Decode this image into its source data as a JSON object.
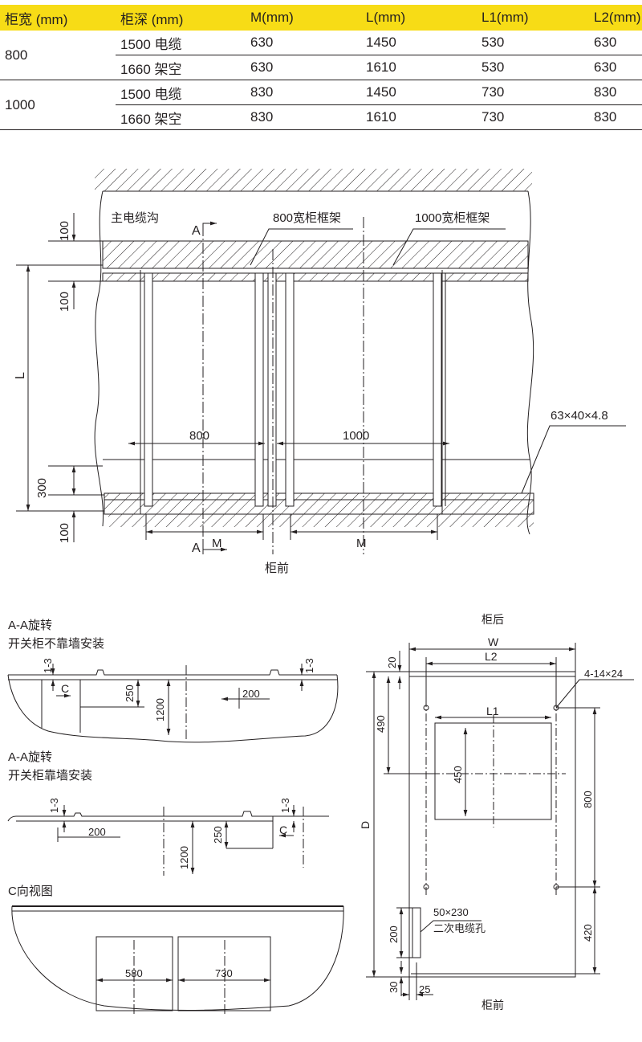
{
  "table": {
    "headers": [
      "柜宽 (mm)",
      "柜深 (mm)",
      "M(mm)",
      "L(mm)",
      "L1(mm)",
      "L2(mm)"
    ],
    "groups": [
      {
        "width": "800",
        "rows": [
          {
            "depth": "1500 电缆",
            "M": "630",
            "L": "1450",
            "L1": "530",
            "L2": "630"
          },
          {
            "depth": "1660 架空",
            "M": "630",
            "L": "1610",
            "L1": "530",
            "L2": "630"
          }
        ]
      },
      {
        "width": "1000",
        "rows": [
          {
            "depth": "1500 电缆",
            "M": "830",
            "L": "1450",
            "L1": "730",
            "L2": "830"
          },
          {
            "depth": "1660 架空",
            "M": "830",
            "L": "1610",
            "L1": "730",
            "L2": "830"
          }
        ]
      }
    ]
  },
  "plan": {
    "main_trench": "主电缆沟",
    "frame_800": "800宽柜框架",
    "frame_1000": "1000宽柜框架",
    "section_mark": "A",
    "dim_100": "100",
    "dim_L": "L",
    "dim_300": "300",
    "dim_800": "800",
    "dim_1000": "1000",
    "dim_M": "M",
    "channel_spec": "63×40×4.8",
    "front_label": "柜前"
  },
  "section_a": {
    "title1": "A-A旋转",
    "subtitle1": "开关柜不靠墙安装",
    "title2": "A-A旋转",
    "subtitle2": "开关柜靠墙安装",
    "dim_1_3": "1-3",
    "mark_c": "C",
    "dim_250": "250",
    "dim_1200": "1200",
    "dim_200": "200"
  },
  "c_view": {
    "title": "C向视图",
    "dim_580": "580",
    "dim_730": "730"
  },
  "footprint": {
    "rear_label": "柜后",
    "front_label": "柜前",
    "dim_W": "W",
    "dim_L2": "L2",
    "dim_L1": "L1",
    "dim_D": "D",
    "dim_20": "20",
    "dim_490": "490",
    "dim_450": "450",
    "dim_800": "800",
    "dim_420": "420",
    "dim_200": "200",
    "dim_30": "30",
    "dim_25": "25",
    "hole_spec": "4-14×24",
    "cable_hole_size": "50×230",
    "cable_hole_name": "二次电缆孔"
  }
}
